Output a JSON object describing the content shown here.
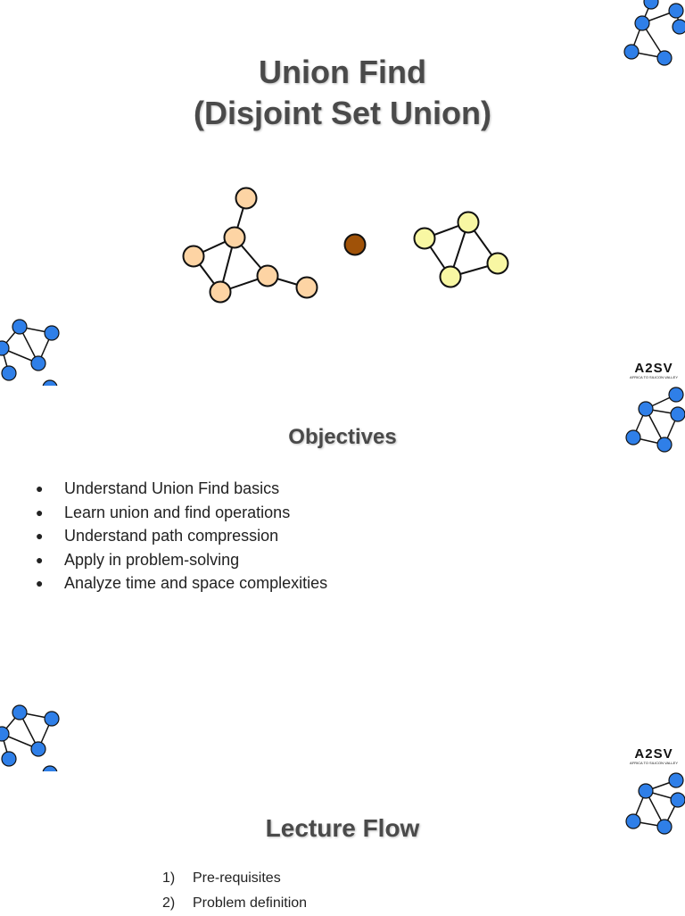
{
  "slide1": {
    "title_line1": "Union Find",
    "title_line2": "(Disjoint Set Union)"
  },
  "slide2": {
    "title": "Objectives",
    "items": [
      "Understand Union Find basics",
      "Learn union and find operations",
      "Understand path compression",
      "Apply in problem-solving",
      "Analyze time and space complexities"
    ]
  },
  "slide3": {
    "title": "Lecture Flow",
    "items": [
      {
        "num": "1)",
        "text": "Pre-requisites"
      },
      {
        "num": "2)",
        "text": "Problem definition"
      }
    ]
  },
  "logo": {
    "text": "A2SV",
    "subtext": "AFRICA TO SILICON VALLEY"
  },
  "colors": {
    "set_a": "#fdd4a4",
    "set_b": "#a05208",
    "set_c": "#f8f7a3",
    "deco_node": "#2f7fe8",
    "title": "#4a4a4a"
  }
}
